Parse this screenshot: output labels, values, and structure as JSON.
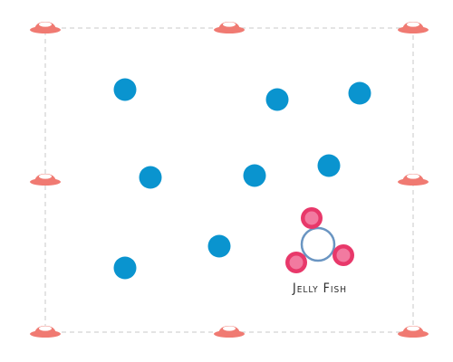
{
  "colors": {
    "background": "#ffffff",
    "boundary": "#c8c8c8",
    "cone": "#f07a72",
    "cone_light": "#fbd0cb",
    "dot": "#0a94cf",
    "jellyfish_ring": "#6a95c2",
    "jellyfish_node": "#e8386a",
    "jellyfish_node_light": "#f27aa0"
  },
  "field": {
    "boundary_style": "dashed",
    "cones": [
      {
        "name": "cone-top-left"
      },
      {
        "name": "cone-top-center"
      },
      {
        "name": "cone-top-right"
      },
      {
        "name": "cone-middle-left"
      },
      {
        "name": "cone-middle-right"
      },
      {
        "name": "cone-bottom-left"
      },
      {
        "name": "cone-bottom-center"
      },
      {
        "name": "cone-bottom-right"
      }
    ],
    "players_count": 8
  },
  "jellyfish": {
    "label": "Jelly Fish",
    "icon": "jellyfish-icon"
  }
}
